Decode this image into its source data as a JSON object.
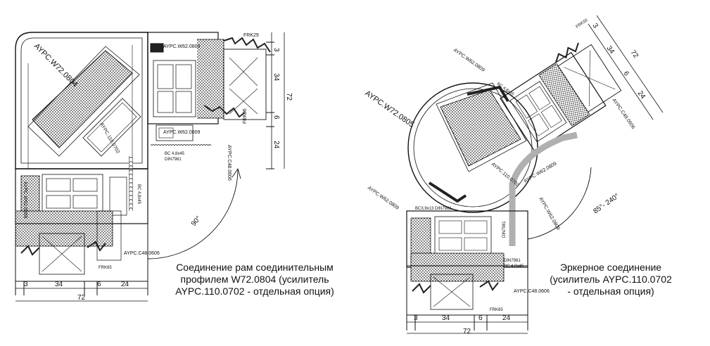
{
  "left": {
    "profile_label": "AYPC.W72.0804",
    "labels": {
      "w62_top": "AYPC.W62.0809",
      "frk29": "FRK29",
      "frk06": "FRK06",
      "reinforcement": "AYPC.110.0702",
      "c48_right": "AYPC.C48.0606",
      "c48_bottom": "AYPC.C48.0606",
      "w62_left": "AYPC.W62.0809",
      "w62_mid": "AYPC.W62.0809",
      "din_screw": "DIN7981",
      "bc": "BC 4,8x45",
      "frk65": "FRK65",
      "bc_small": "BC 4,8x45"
    },
    "dims": {
      "d3": "3",
      "d34": "34",
      "d6": "6",
      "d24": "24",
      "d72": "72",
      "angle": "90°"
    },
    "caption": {
      "line1": "Соединение рам соединительным",
      "line2": "профилем W72.0804    (усилитель",
      "line3": "AYPC.110.0702 - отдельная опция)"
    }
  },
  "right": {
    "profile_label": "AYPC.W72.0805",
    "labels": {
      "w62_top": "AYPC.W62.0809",
      "w62_mid": "AYPC.W62.0809",
      "w62_left": "AYPC.W62.0809",
      "w62_right": "AYPC.W62.0809",
      "reinforcement": "AYPC.110.0702",
      "c48_top": "AYPC.C48.0606",
      "c48_bottom": "AYPC.C48.0606",
      "bc_screw": "BC3,9x13  DIN7981",
      "bc": "BC 4,8x45",
      "din": "DIN7981",
      "frk_top": "FRK50",
      "frk65": "FRK65",
      "bc_small": "BC 4,8x45",
      "din_small": "DIN7981"
    },
    "dims": {
      "d3": "3",
      "d34": "34",
      "d6": "6",
      "d24": "24",
      "d72": "72",
      "angle": "85°- 240°",
      "t34": "34",
      "t6": "6",
      "t24": "24",
      "t72": "72",
      "t3": "3"
    },
    "caption": {
      "line1": "Эркерное соединение",
      "line2": "(усилитель AYPC.110.0702",
      "line3": "- отдельная опция)"
    }
  },
  "colors": {
    "line": "#111111",
    "gasket_fill": "#3a3a3a",
    "glass_fill": "#d8d8d8",
    "reinforcement_fill": "#bbbbbb"
  }
}
